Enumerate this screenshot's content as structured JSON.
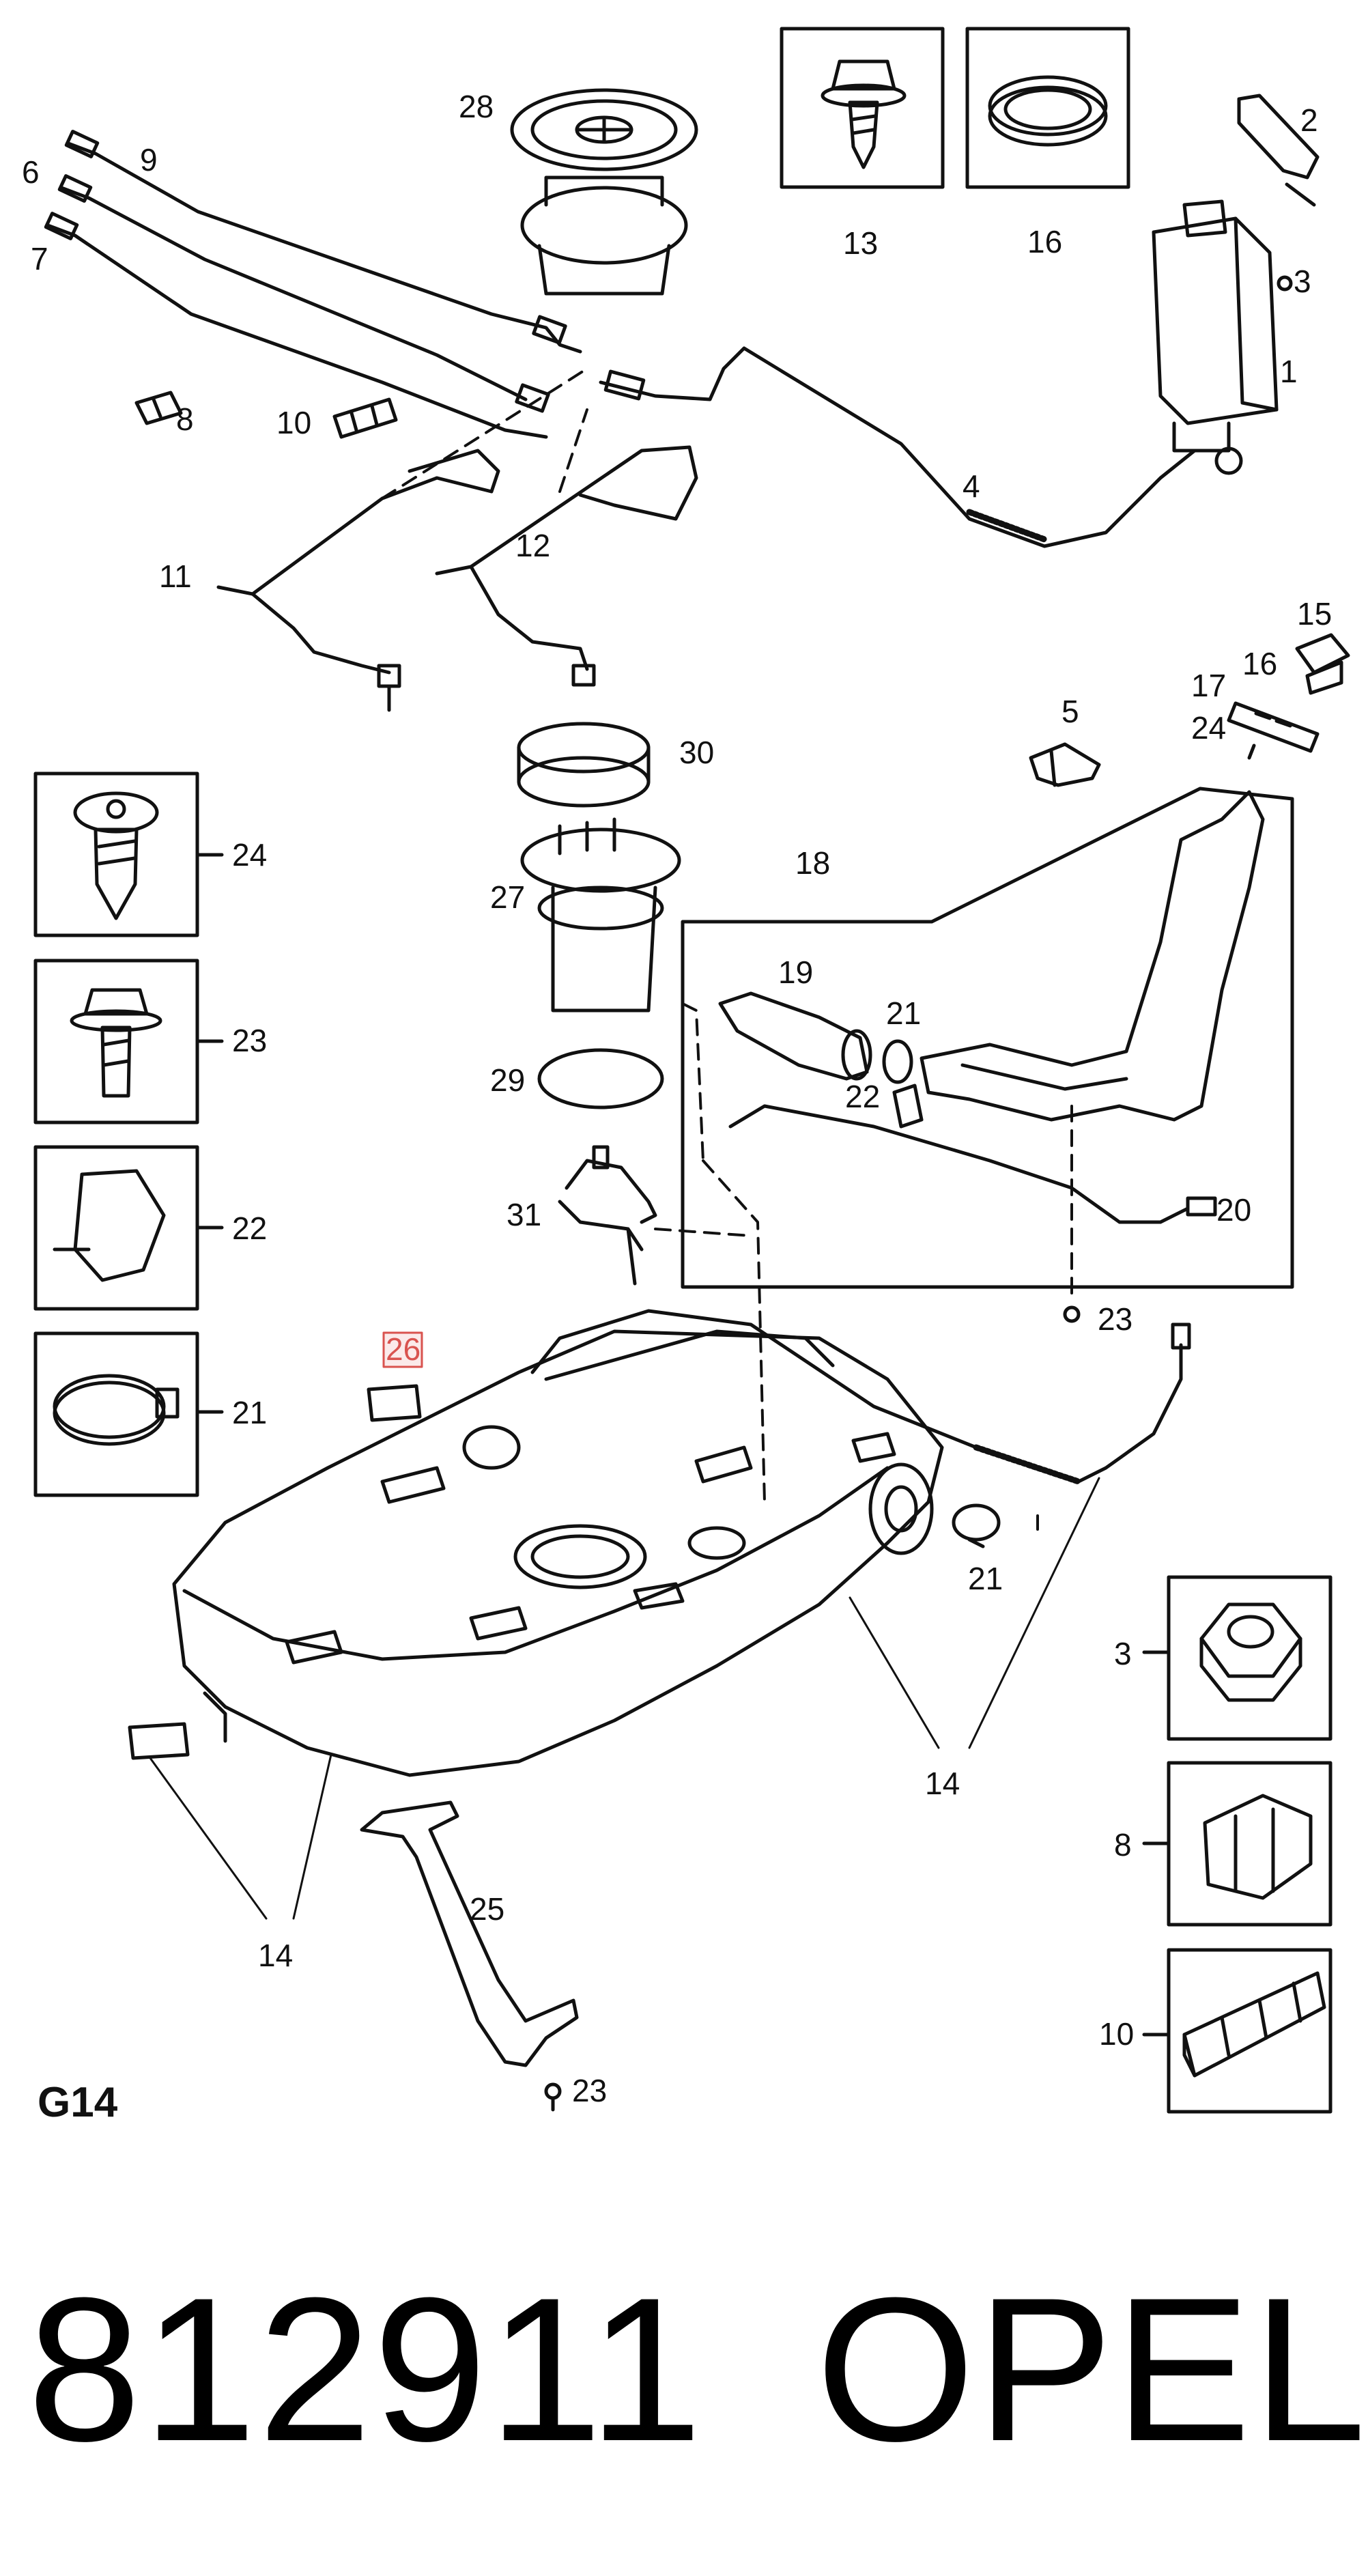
{
  "diagram": {
    "section_code": "G14",
    "highlighted_callout": "26",
    "colors": {
      "line": "#111111",
      "highlight": "#d9534f",
      "fill": "#ffffff"
    },
    "callouts": {
      "c28": "28",
      "c13": "13",
      "c16a": "16",
      "c2": "2",
      "c9": "9",
      "c6": "6",
      "c7": "7",
      "c3a": "3",
      "c1": "1",
      "c8a": "8",
      "c10a": "10",
      "c4": "4",
      "c11": "11",
      "c12": "12",
      "c15": "15",
      "c16b": "16",
      "c17": "17",
      "c24a": "24",
      "c5": "5",
      "c30": "30",
      "c18": "18",
      "c27": "27",
      "c19": "19",
      "c21a": "21",
      "c22a": "22",
      "c29": "29",
      "c20": "20",
      "c31": "31",
      "c23a": "23",
      "c24b": "24",
      "c23b": "23",
      "c22b": "22",
      "c21b": "21",
      "c26": "26",
      "c21c": "21",
      "c3b": "3",
      "c14a": "14",
      "c8b": "8",
      "c25": "25",
      "c14b": "14",
      "c10b": "10",
      "c23c": "23"
    }
  },
  "footer": {
    "part_number": "812911",
    "brand": "OPEL"
  }
}
